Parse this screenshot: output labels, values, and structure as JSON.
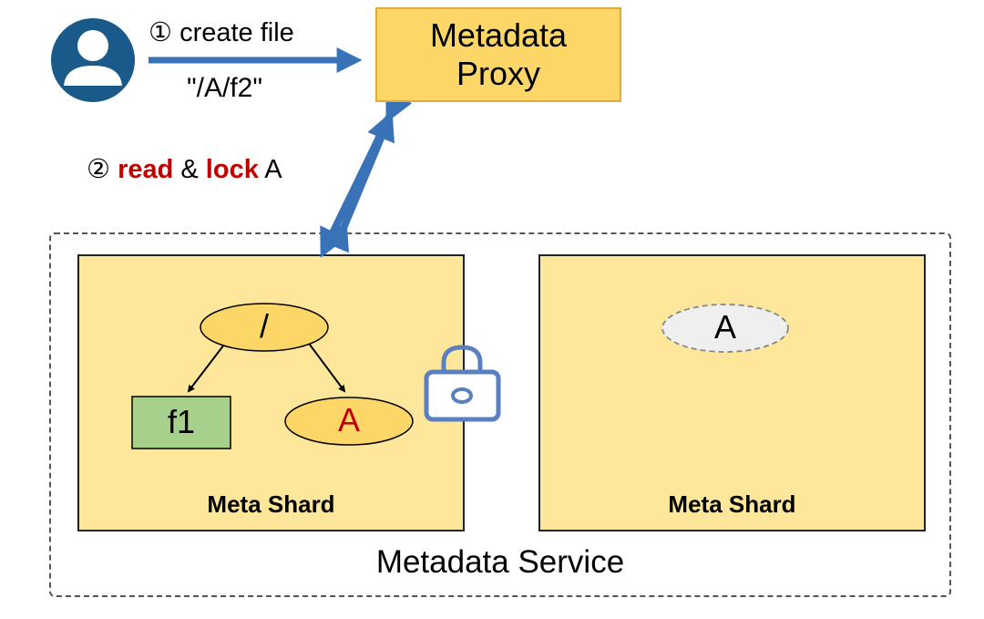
{
  "step1": {
    "number": "①",
    "text": "create file",
    "path": "\"/A/f2\""
  },
  "proxy": {
    "line1": "Metadata",
    "line2": "Proxy"
  },
  "step2": {
    "number": "②",
    "read": "read",
    "and": "&",
    "lock": "lock",
    "target": "A"
  },
  "shard_left": {
    "root": "/",
    "file": "f1",
    "dir": "A",
    "label": "Meta Shard"
  },
  "shard_right": {
    "dir": "A",
    "label": "Meta Shard"
  },
  "service": {
    "label": "Metadata Service"
  },
  "colors": {
    "proxy_fill": "#fcd667",
    "shard_fill": "#fee79a",
    "arrow": "#3a72b7",
    "highlight": "#c00000",
    "file_fill": "#a8d08d",
    "lock": "#5b80c2",
    "user": "#1a5a8a"
  }
}
